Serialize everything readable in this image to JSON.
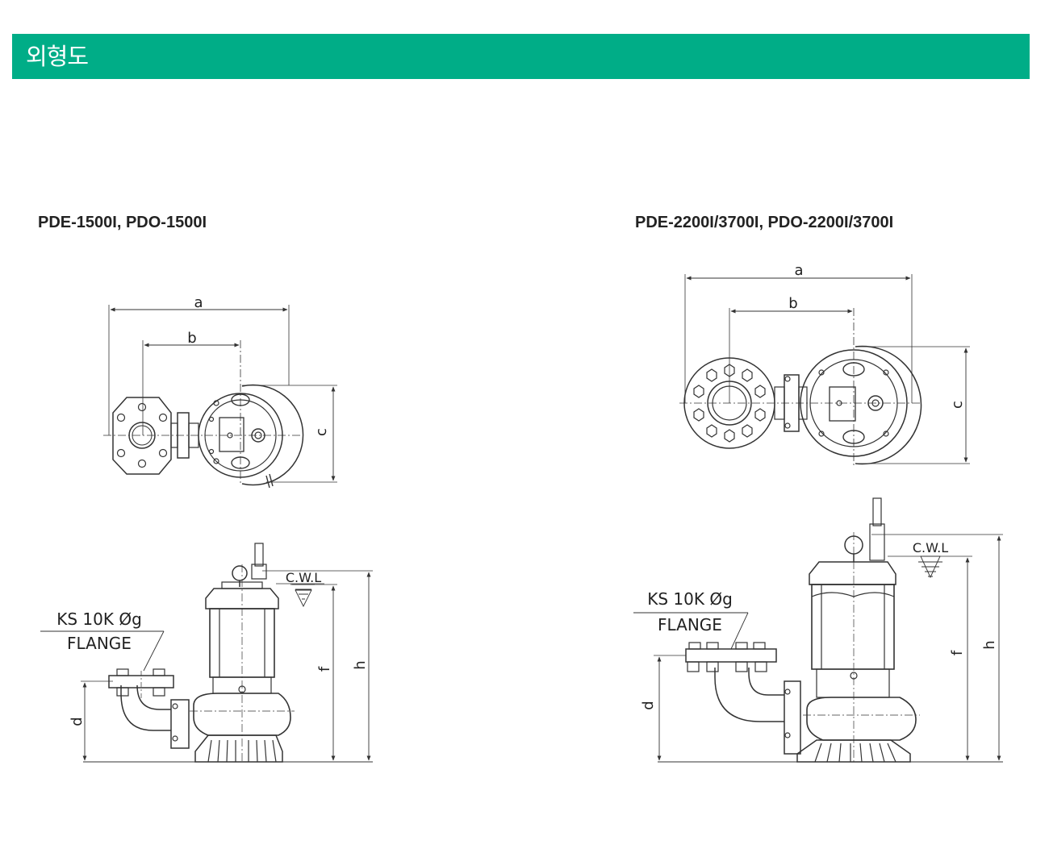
{
  "header": {
    "title": "외형도",
    "color": "#00ad87"
  },
  "left": {
    "model": "PDE-1500I, PDO-1500I",
    "dims": {
      "a": "a",
      "b": "b",
      "c": "c",
      "d": "d",
      "f": "f",
      "h": "h"
    },
    "cwl": "C.W.L",
    "flange_line1": "KS 10K Øg",
    "flange_line2": "FLANGE"
  },
  "right": {
    "model": "PDE-2200I/3700I, PDO-2200I/3700I",
    "dims": {
      "a": "a",
      "b": "b",
      "c": "c",
      "d": "d",
      "f": "f",
      "h": "h"
    },
    "cwl": "C.W.L",
    "flange_line1": "KS 10K Øg",
    "flange_line2": "FLANGE"
  }
}
